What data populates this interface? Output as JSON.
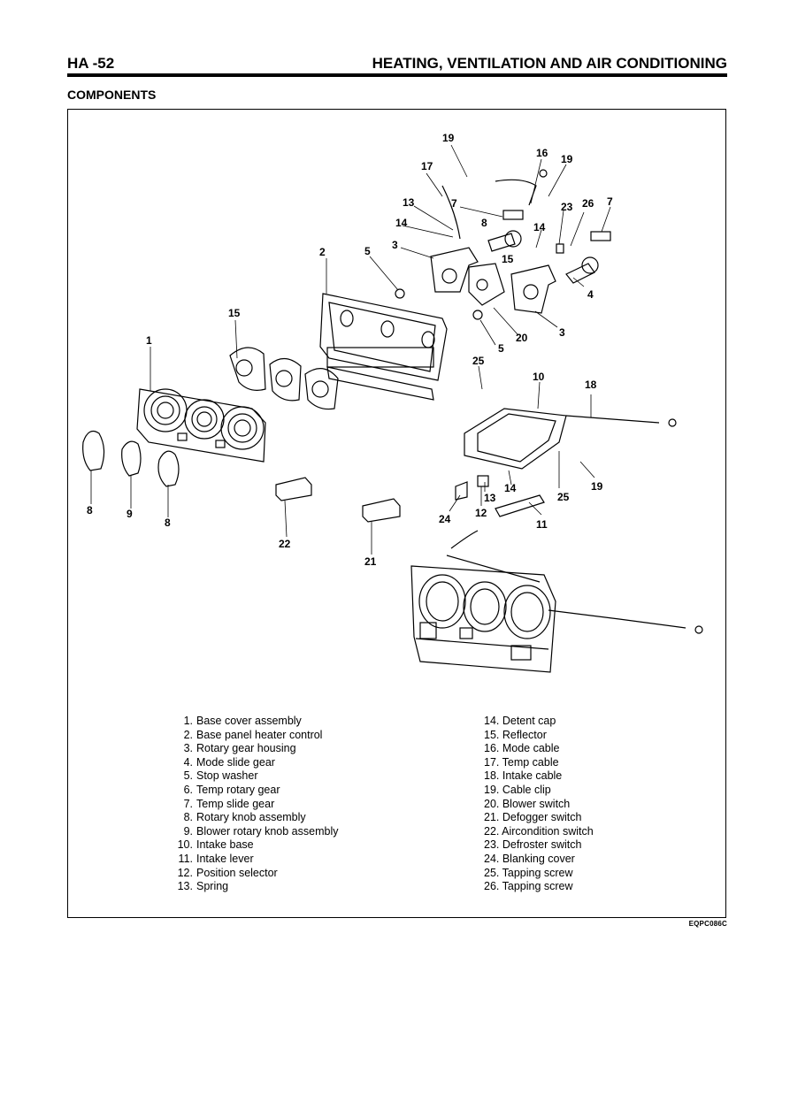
{
  "header": {
    "page_number": "HA -52",
    "section": "HEATING, VENTILATION AND AIR CONDITIONING"
  },
  "section_title": "COMPONENTS",
  "figure": {
    "code": "EQPC086C",
    "callouts": [
      "19",
      "16",
      "19",
      "17",
      "13",
      "7",
      "23",
      "26",
      "7",
      "8",
      "14",
      "14",
      "3",
      "15",
      "2",
      "5",
      "4",
      "15",
      "3",
      "20",
      "1",
      "5",
      "25",
      "10",
      "18",
      "8",
      "9",
      "8",
      "19",
      "14",
      "13",
      "25",
      "24",
      "12",
      "11",
      "22",
      "21"
    ]
  },
  "legend_left": [
    {
      "num": "1.",
      "label": "Base cover assembly"
    },
    {
      "num": "2.",
      "label": "Base panel heater control"
    },
    {
      "num": "3.",
      "label": "Rotary gear housing"
    },
    {
      "num": "4.",
      "label": "Mode slide gear"
    },
    {
      "num": "5.",
      "label": "Stop washer"
    },
    {
      "num": "6.",
      "label": "Temp rotary gear"
    },
    {
      "num": "7.",
      "label": "Temp slide gear"
    },
    {
      "num": "8.",
      "label": "Rotary knob assembly"
    },
    {
      "num": "9.",
      "label": "Blower rotary knob assembly"
    },
    {
      "num": "10.",
      "label": "Intake base"
    },
    {
      "num": "11.",
      "label": "Intake lever"
    },
    {
      "num": "12.",
      "label": "Position selector"
    },
    {
      "num": "13.",
      "label": "Spring"
    }
  ],
  "legend_right": [
    {
      "num": "",
      "label": "14. Detent cap"
    },
    {
      "num": "",
      "label": "15. Reflector"
    },
    {
      "num": "",
      "label": "16. Mode cable"
    },
    {
      "num": "",
      "label": "17. Temp cable"
    },
    {
      "num": "",
      "label": "18. Intake cable"
    },
    {
      "num": "",
      "label": "19. Cable clip"
    },
    {
      "num": "",
      "label": "20. Blower switch"
    },
    {
      "num": "",
      "label": "21. Defogger switch"
    },
    {
      "num": "",
      "label": "22. Aircondition switch"
    },
    {
      "num": "",
      "label": "23. Defroster switch"
    },
    {
      "num": "",
      "label": "24. Blanking cover"
    },
    {
      "num": "",
      "label": "25. Tapping screw"
    },
    {
      "num": "",
      "label": "26. Tapping screw"
    }
  ]
}
